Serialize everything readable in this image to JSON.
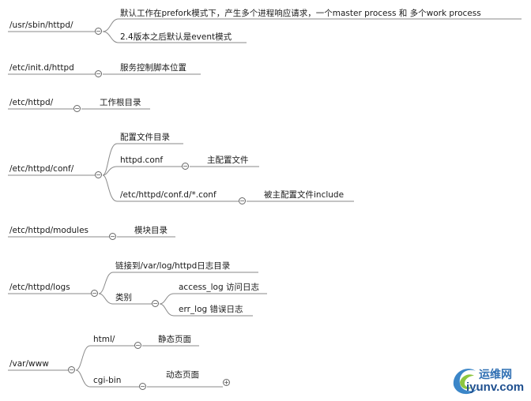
{
  "nodes": {
    "httpd_bin": "/usr/sbin/httpd/",
    "httpd_bin_note1": "默认工作在prefork模式下，产生多个进程响应请求，一个master process 和 多个work process",
    "httpd_bin_note2": "2.4版本之后默认是event模式",
    "initd": "/etc/init.d/httpd",
    "initd_note": "服务控制脚本位置",
    "etc_httpd": "/etc/httpd/",
    "etc_httpd_note": "工作根目录",
    "conf": "/etc/httpd/conf/",
    "conf_note": "配置文件目录",
    "httpd_conf": "httpd.conf",
    "httpd_conf_note": "主配置文件",
    "conf_d": "/etc/httpd/conf.d/*.conf",
    "conf_d_note": "被主配置文件include",
    "modules": "/etc/httpd/modules",
    "modules_note": "模块目录",
    "logs": "/etc/httpd/logs",
    "logs_link": "链接到/var/log/httpd日志目录",
    "logs_cat": "类别",
    "access_log": "access_log 访问日志",
    "err_log": "err_log 错误日志",
    "var_www": "/var/www",
    "html": "html/",
    "html_note": "静态页面",
    "cgi_bin": "cgi-bin",
    "cgi_note": "动态页面"
  },
  "toggles": {
    "collapse": "−",
    "expand": "+"
  },
  "watermark": {
    "cn": "运维网",
    "en": "iyunv.com"
  },
  "colors": {
    "line": "#8a8a8a",
    "brand": "#2f6fb3"
  }
}
